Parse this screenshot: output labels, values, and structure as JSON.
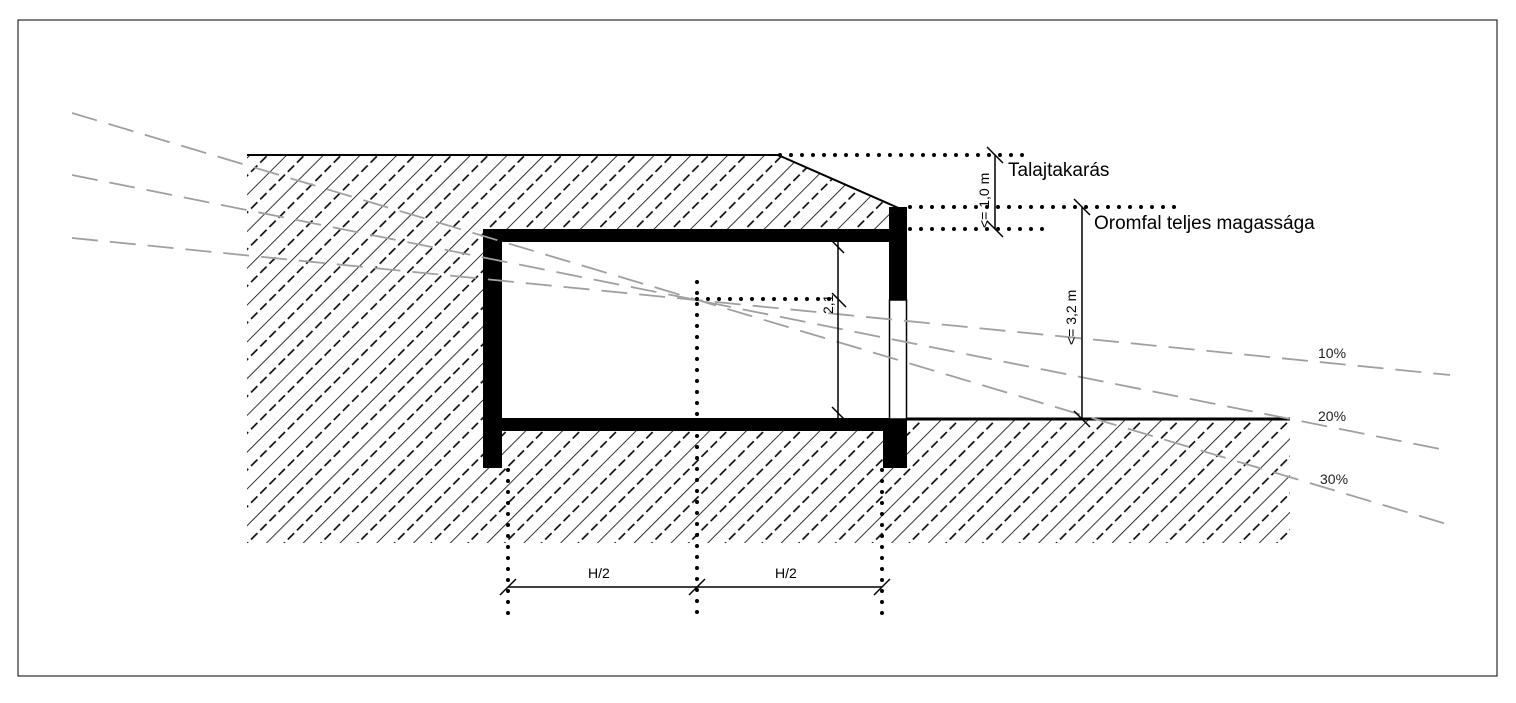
{
  "labels": {
    "soil_cover": "Talajtakarás",
    "gable_height": "Oromfal teljes magassága",
    "soil_cover_dim": "<= 1,0 m",
    "gable_height_dim": "<= 3,2 m",
    "room_height_dim": "2,1",
    "half_width_left": "H/2",
    "half_width_right": "H/2"
  },
  "slopes": [
    {
      "label": "10%",
      "value": 10
    },
    {
      "label": "20%",
      "value": 20
    },
    {
      "label": "30%",
      "value": 30
    }
  ],
  "colors": {
    "line": "#000000",
    "slope_line": "#a0a0a0"
  }
}
